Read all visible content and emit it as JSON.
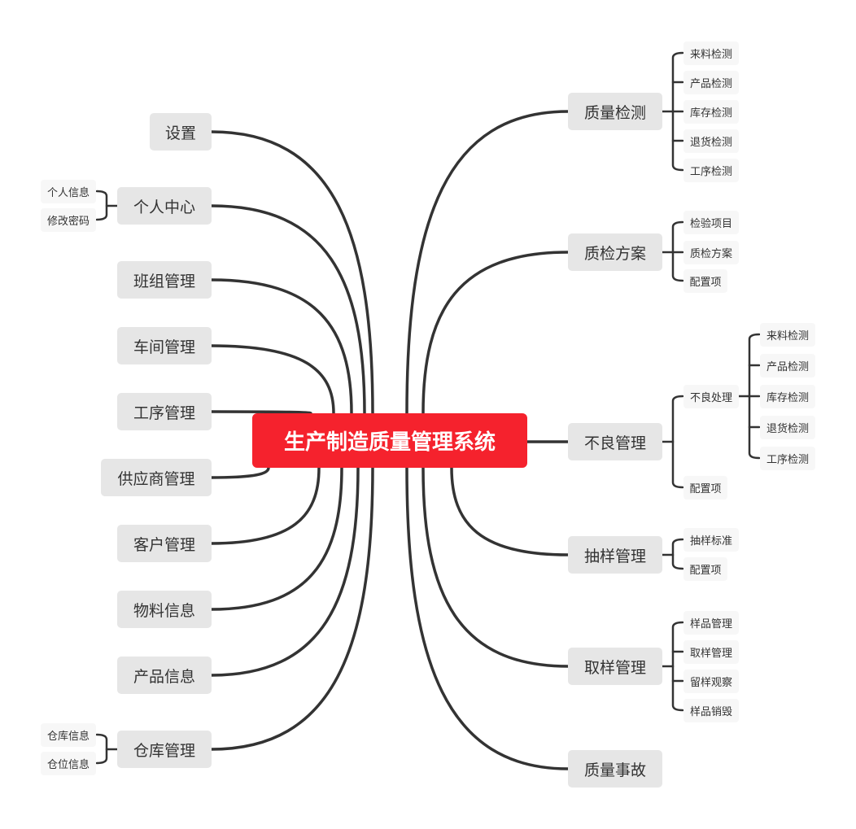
{
  "root": "生产制造质量管理系统",
  "left": {
    "settings": "设置",
    "profile": "个人中心",
    "profile_children": [
      "个人信息",
      "修改密码"
    ],
    "team": "班组管理",
    "workshop": "车间管理",
    "process": "工序管理",
    "supplier": "供应商管理",
    "customer": "客户管理",
    "material": "物料信息",
    "product": "产品信息",
    "warehouse": "仓库管理",
    "warehouse_children": [
      "仓库信息",
      "仓位信息"
    ]
  },
  "right": {
    "quality_inspection": "质量检测",
    "quality_inspection_children": [
      "来料检测",
      "产品检测",
      "库存检测",
      "退货检测",
      "工序检测"
    ],
    "inspection_plan": "质检方案",
    "inspection_plan_children": [
      "检验项目",
      "质检方案",
      "配置项"
    ],
    "defect": "不良管理",
    "defect_handling": "不良处理",
    "defect_handling_children": [
      "来料检测",
      "产品检测",
      "库存检测",
      "退货检测",
      "工序检测"
    ],
    "defect_config": "配置项",
    "sampling": "抽样管理",
    "sampling_children": [
      "抽样标准",
      "配置项"
    ],
    "sample": "取样管理",
    "sample_children": [
      "样品管理",
      "取样管理",
      "留样观察",
      "样品销毁"
    ],
    "accident": "质量事故"
  },
  "colors": {
    "root_bg": "#f5222d",
    "node_bg": "#e6e6e6",
    "leaf_bg": "#f7f7f7",
    "line": "#333333"
  }
}
